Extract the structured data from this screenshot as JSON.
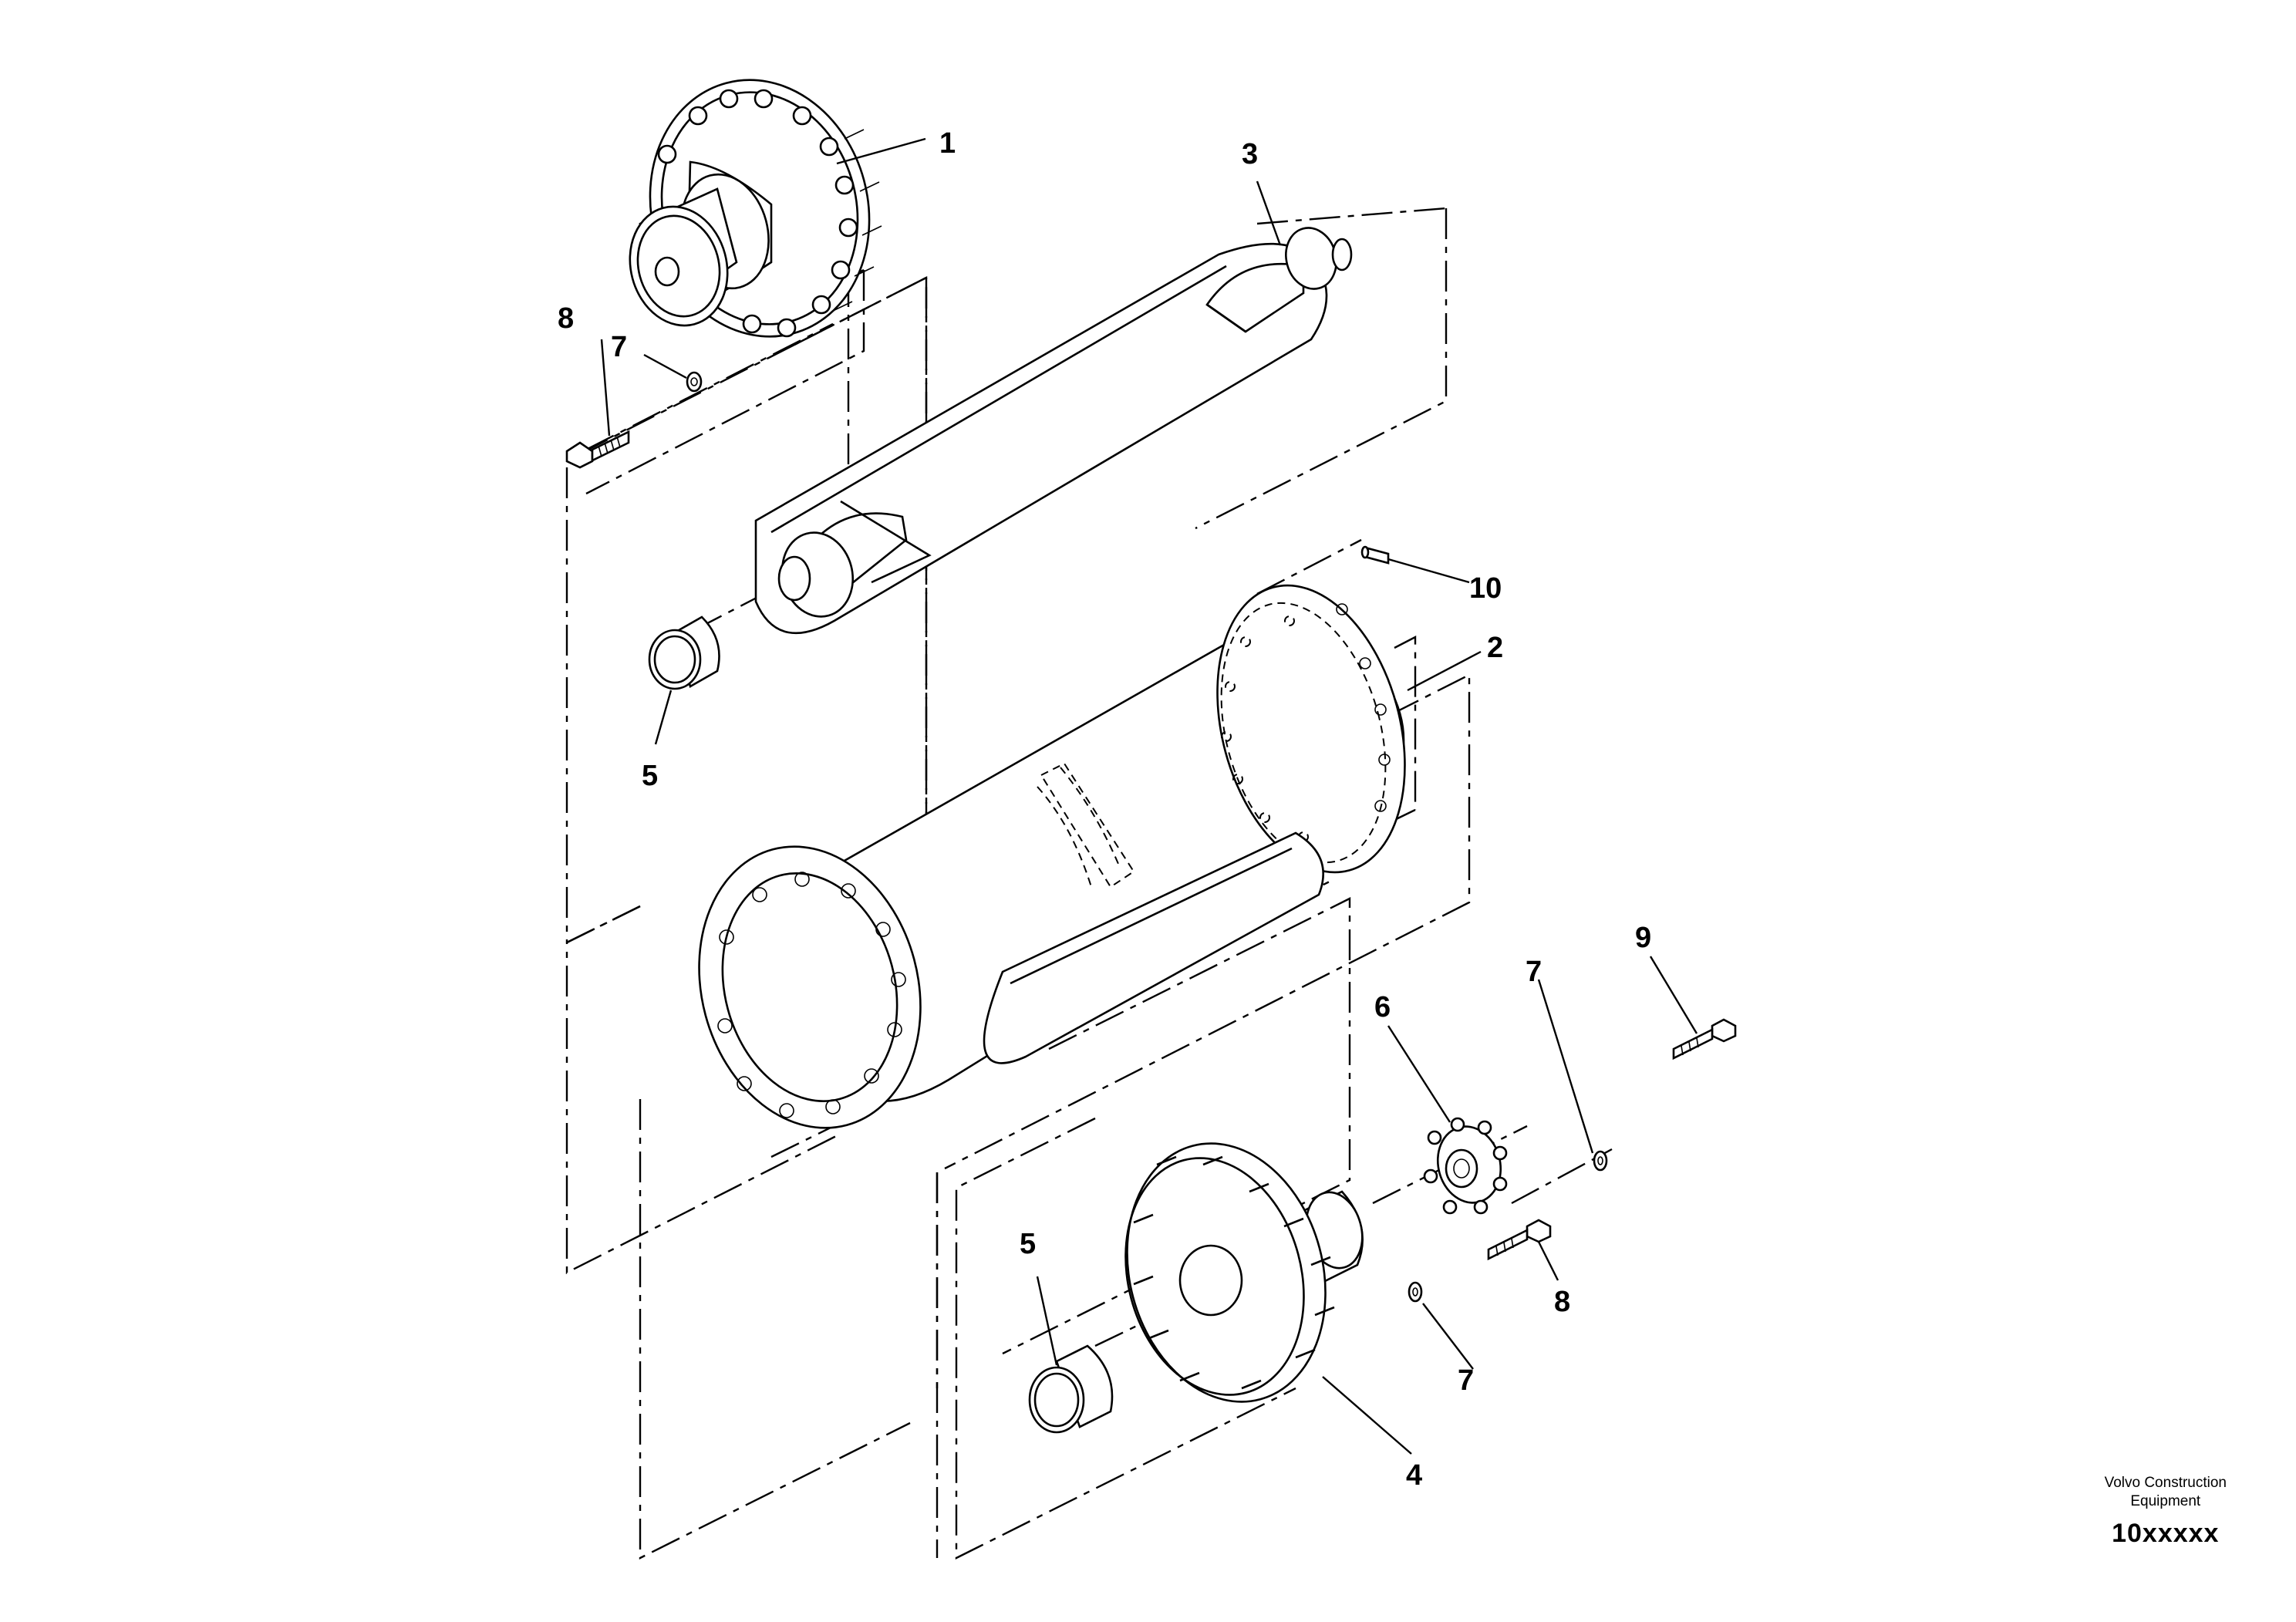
{
  "callouts": {
    "c1": "1",
    "c2": "2",
    "c3": "3",
    "c4": "4",
    "c5a": "5",
    "c5b": "5",
    "c6": "6",
    "c7a": "7",
    "c7b": "7",
    "c7c": "7",
    "c8a": "8",
    "c8b": "8",
    "c9": "9",
    "c10": "10"
  },
  "footer": {
    "brand_line1": "Volvo Construction",
    "brand_line2": "Equipment",
    "doc_number": "10xxxxx"
  }
}
